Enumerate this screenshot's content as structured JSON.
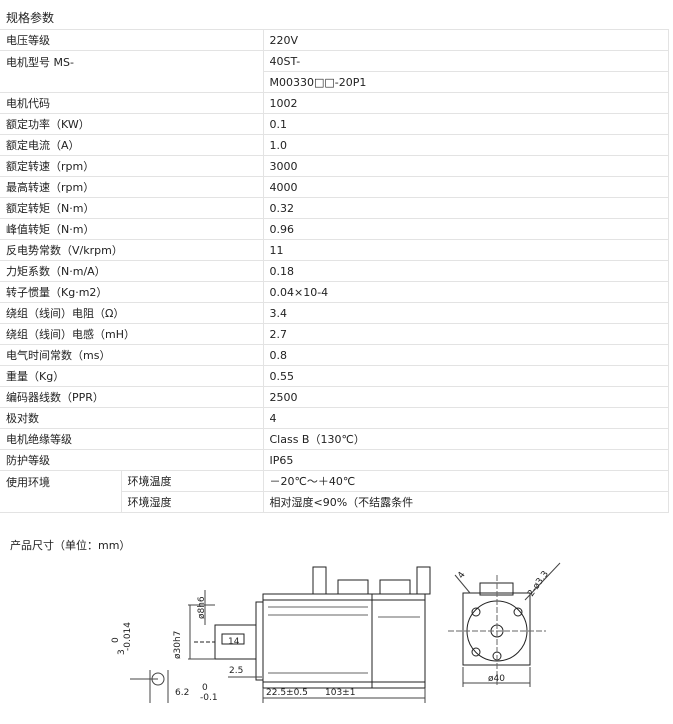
{
  "section_title": "规格参数",
  "spec_rows": [
    {
      "label": "电压等级",
      "value": "220V"
    },
    {
      "label": "电机型号 MS-",
      "value": "40ST-",
      "value2": "M00330□□-20P1"
    },
    {
      "label": "电机代码",
      "value": "1002"
    },
    {
      "label": "额定功率（KW）",
      "value": "0.1"
    },
    {
      "label": "额定电流（A）",
      "value": "1.0"
    },
    {
      "label": "额定转速（rpm）",
      "value": "3000"
    },
    {
      "label": "最高转速（rpm）",
      "value": "4000"
    },
    {
      "label": "额定转矩（N·m）",
      "value": "0.32"
    },
    {
      "label": "峰值转矩（N·m）",
      "value": "0.96"
    },
    {
      "label": "反电势常数（V/krpm）",
      "value": "11"
    },
    {
      "label": "力矩系数（N·m/A）",
      "value": "0.18"
    },
    {
      "label": "转子惯量（Kg·m2）",
      "value": "0.04×10-4"
    },
    {
      "label": "绕组（线间）电阻（Ω）",
      "value": "3.4"
    },
    {
      "label": "绕组（线间）电感（mH）",
      "value": "2.7"
    },
    {
      "label": "电气时间常数（ms）",
      "value": "0.8"
    },
    {
      "label": "重量（Kg）",
      "value": "0.55"
    },
    {
      "label": "编码器线数（PPR）",
      "value": "2500"
    },
    {
      "label": "极对数",
      "value": "4"
    },
    {
      "label": "电机绝缘等级",
      "value": "Class B（130℃）"
    },
    {
      "label": "防护等级",
      "value": "IP65"
    }
  ],
  "environment": {
    "label": "使用环境",
    "temp_label": "环境温度",
    "temp_value": "－20℃～＋40℃",
    "humidity_label": "环境湿度",
    "humidity_value": "相对湿度<90%（不结露条件"
  },
  "dimensions": {
    "title": "产品尺寸（单位：mm）",
    "shaft_dia": "ø8h6",
    "flange_dia": "ø30h7",
    "key_len": "14",
    "d_2_5": "2.5",
    "d_22_5": "22.5±0.5",
    "d_103": "103±1",
    "d_6_2": "6.2",
    "tol_0": "0",
    "tol_m01": "-0.1",
    "d_3": "3",
    "tol_3_0": "0",
    "tol_3_m0014": "-0.014",
    "d_4": "4",
    "d_holes": "2-ø3.3",
    "d_40": "ø40"
  }
}
